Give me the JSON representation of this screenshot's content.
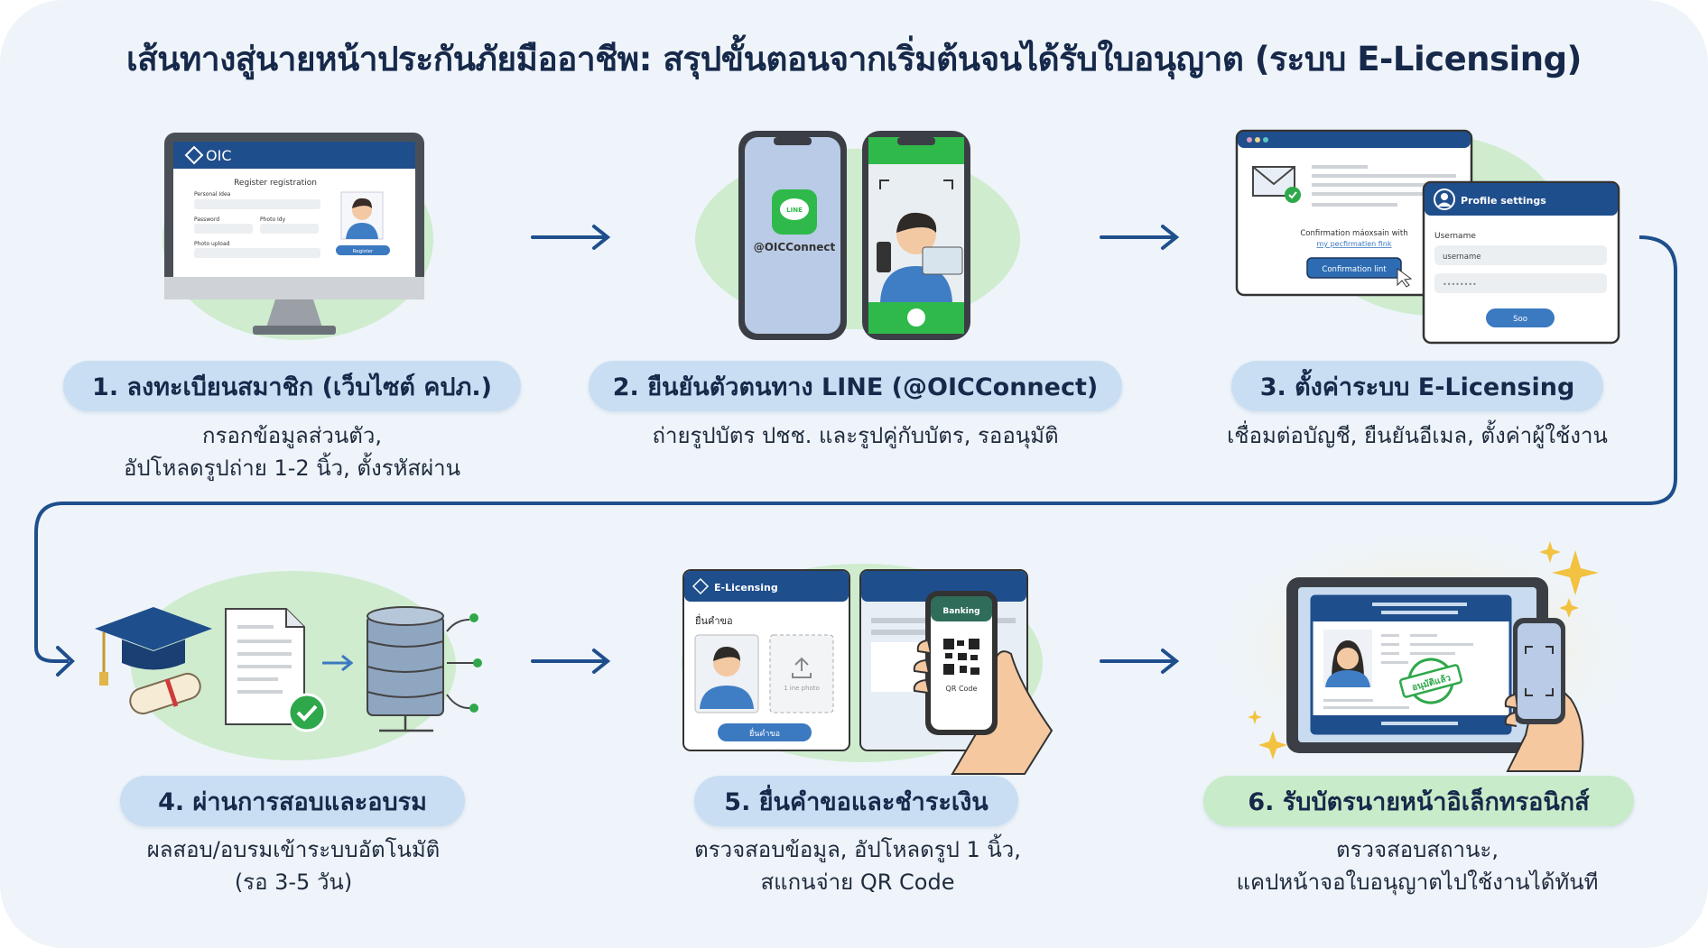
{
  "title": "เส้นทางสู่นายหน้าประกันภัยมืออาชีพ: สรุปขั้นตอนจากเริ่มต้นจนได้รับใบอนุญาต (ระบบ E-Licensing)",
  "colors": {
    "navy": "#1f4e8c",
    "pill_blue": "#c9def3",
    "pill_green": "#c8ebc9",
    "line_green": "#06c755",
    "background": "#eef4fa"
  },
  "steps": [
    {
      "label": "1. ลงทะเบียนสมาชิก (เว็บไซต์ คปภ.)",
      "desc": [
        "กรอกข้อมูลส่วนตัว,",
        "อัปโหลดรูปถ่าย 1-2 นิ้ว, ตั้งรหัสผ่าน"
      ],
      "illustration": {
        "brand": "OIC",
        "form_title": "Register registration",
        "field1": "Personal Idea",
        "field2": "Password",
        "field3": "Photo Idy",
        "field4": "Photo upload",
        "button": "Register"
      }
    },
    {
      "label": "2. ยืนยันตัวตนทาง LINE (@OICConnect)",
      "desc": [
        "ถ่ายรูปบัตร ปชช. และรูปคู่กับบัตร, รออนุมัติ"
      ],
      "illustration": {
        "app_icon": "LINE",
        "account": "@OICConnect"
      }
    },
    {
      "label": "3. ตั้งค่าระบบ E-Licensing",
      "desc": [
        "เชื่อมต่อบัญชี, ยืนยันอีเมล, ตั้งค่าผู้ใช้งาน"
      ],
      "illustration": {
        "email_text": "Confirmation máoxsain with",
        "email_link": "my pecfirmatlen fink",
        "email_button": "Confirmation lint",
        "profile_title": "Profile settings",
        "username_label": "Username",
        "username_value": "username",
        "password_value": "••••••••",
        "save_button": "Soo"
      }
    },
    {
      "label": "4. ผ่านการสอบและอบรม",
      "desc": [
        "ผลสอบ/อบรมเข้าระบบอัตโนมัติ",
        "(รอ 3-5 วัน)"
      ]
    },
    {
      "label": "5. ยื่นคำขอและชำระเงิน",
      "desc": [
        "ตรวจสอบข้อมูล, อัปโหลดรูป 1 นิ้ว,",
        "สแกนจ่าย QR Code"
      ],
      "illustration": {
        "app_title": "E-Licensing",
        "form_heading": "ยื่นคำขอ",
        "upload_label": "1 ine photo",
        "submit_button": "ยื่นคำขอ",
        "banking_title": "Banking",
        "qr_label": "QR Code"
      }
    },
    {
      "label": "6. รับบัตรนายหน้าอิเล็กทรอนิกส์",
      "desc": [
        "ตรวจสอบสถานะ,",
        "แคปหน้าจอใบอนุญาตไปใช้งานได้ทันที"
      ],
      "illustration": {
        "stamp": "อนุมัติแล้ว"
      }
    }
  ]
}
